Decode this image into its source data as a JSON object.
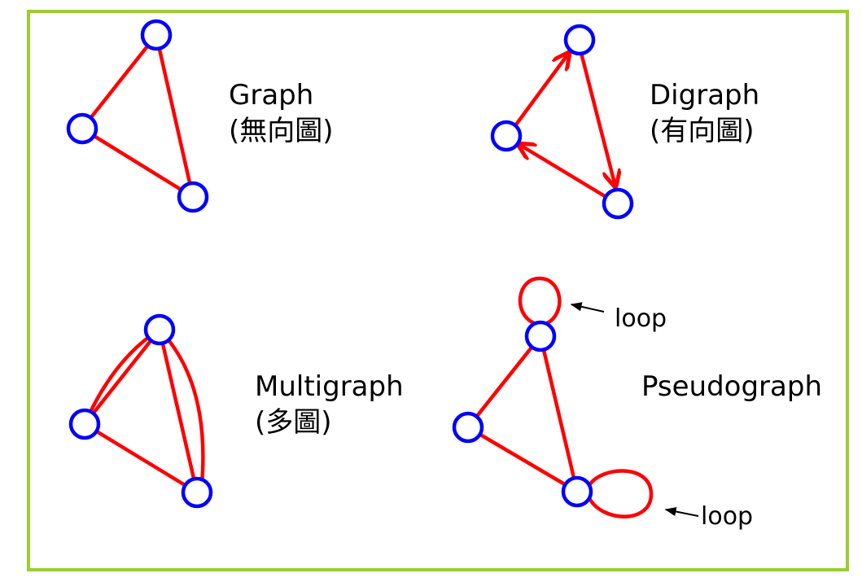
{
  "colors": {
    "frame": "#9acd32",
    "edge": "#ff0000",
    "node": "#0000ff",
    "text": "#000000"
  },
  "panels": {
    "graph": {
      "title": "Graph",
      "subtitle": "(無向圖)"
    },
    "digraph": {
      "title": "Digraph",
      "subtitle": "(有向圖)"
    },
    "multigraph": {
      "title": "Multigraph",
      "subtitle": "(多圖)"
    },
    "pseudograph": {
      "title": "Pseudograph",
      "loop_label_top": "loop",
      "loop_label_bottom": "loop"
    }
  }
}
